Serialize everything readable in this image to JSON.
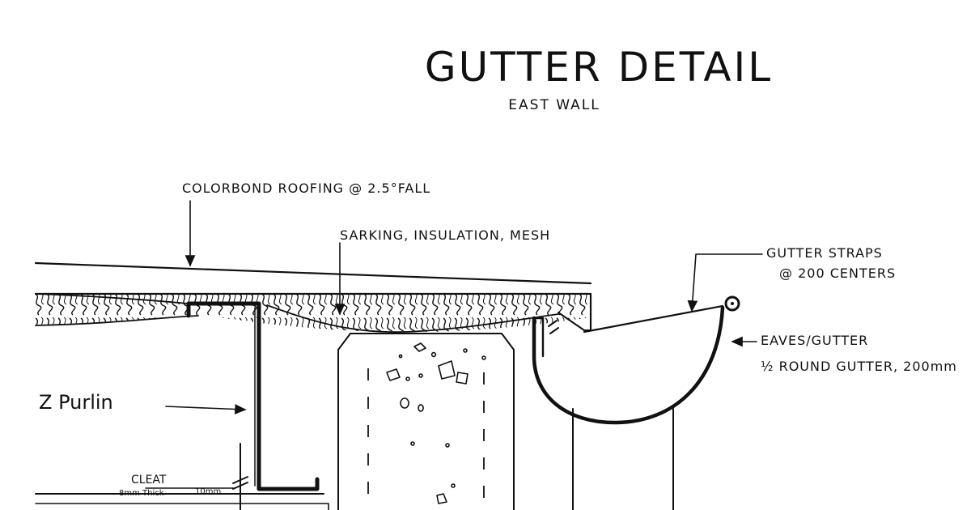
{
  "title": "GUTTER DETAIL",
  "subtitle": "EAST WALL",
  "labels": {
    "roofing": "COLORBOND ROOFING @ 2.5°FALL",
    "sarking": "SARKING, INSULATION, MESH",
    "straps_line1": "GUTTER STRAPS",
    "straps_line2": "@ 200 CENTERS",
    "eaves_line1": "EAVES/GUTTER",
    "eaves_line2": "½ ROUND GUTTER, 200mm",
    "purlin": "Z Purlin",
    "cleat": "CLEAT",
    "cleat_thickness": "8mm Thick",
    "cleat_dim": "10mm"
  },
  "colors": {
    "ink": "#111111",
    "paper": "#ffffff"
  }
}
